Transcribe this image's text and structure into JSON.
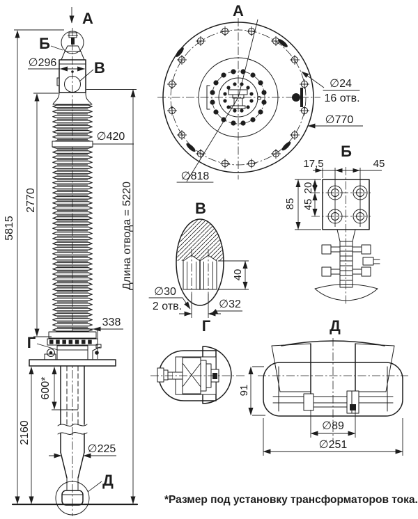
{
  "sheet": {
    "background": "#ffffff",
    "ink": "#1d1d1d"
  },
  "main_view": {
    "section_arrow": "А",
    "ref_b": "Б",
    "ref_v": "В",
    "ref_g": "Г",
    "ref_d": "Д",
    "dim_head_diameter": "∅296",
    "dim_total_height": "5815",
    "dim_upper_insulator": "2770",
    "dim_lead_length": "Длина отвода = 5220",
    "dim_shed_diameter": "∅420",
    "dim_flange_offset": "338",
    "dim_ct_zone": "600*",
    "dim_lower_part": "2160",
    "dim_tube_diameter": "∅225"
  },
  "view_a": {
    "title": "А",
    "dim_hole": "∅24",
    "dim_hole_count": "16 отв.",
    "dim_bolt_circle": "∅770",
    "dim_outer": "∅818"
  },
  "view_b": {
    "title": "Б",
    "dim_17_5": "17,5",
    "dim_45_top": "45",
    "dim_85": "85",
    "dim_20": "20",
    "dim_45_side": "45"
  },
  "view_v": {
    "title": "В",
    "dim_hole": "∅30",
    "dim_hole_count": "2 отв.",
    "dim_40": "40",
    "dim_32": "∅32"
  },
  "view_g": {
    "title": "Г"
  },
  "view_d": {
    "title": "Д",
    "dim_91": "91",
    "dim_89": "∅89",
    "dim_251": "∅251"
  },
  "footnote": "*Размер под установку трансформаторов тока."
}
